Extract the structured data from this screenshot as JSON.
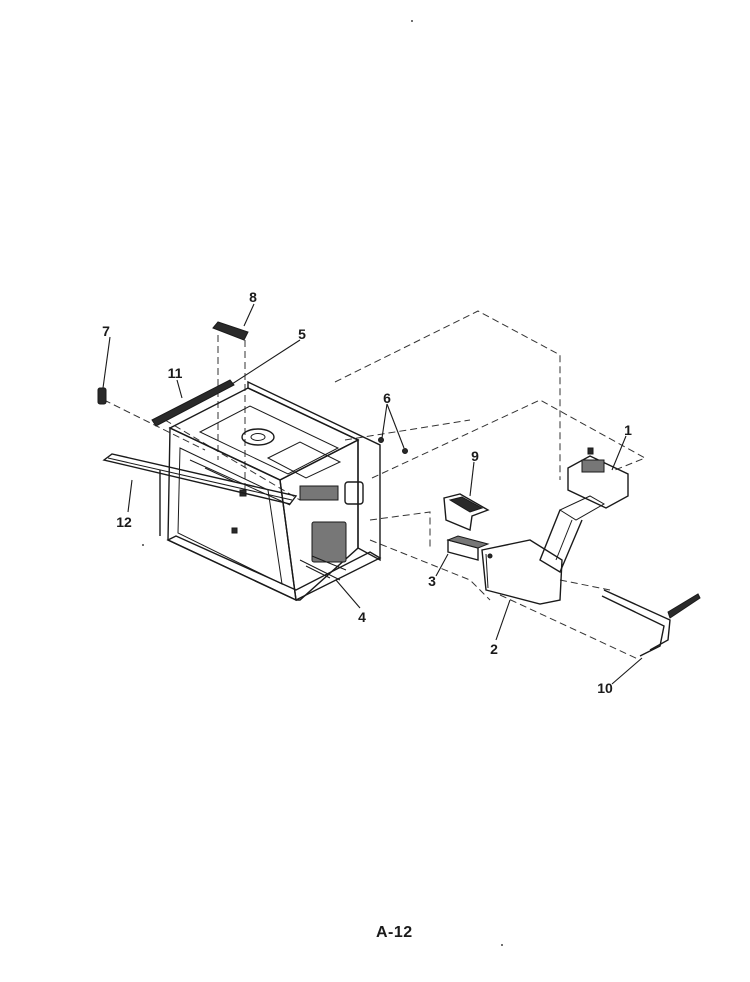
{
  "diagram": {
    "callouts": {
      "c1": "1",
      "c2": "2",
      "c3": "3",
      "c4": "4",
      "c5": "5",
      "c6": "6",
      "c7": "7",
      "c8": "8",
      "c9": "9",
      "c10": "10",
      "c11": "11",
      "c12": "12"
    },
    "page_label": "A-12"
  }
}
